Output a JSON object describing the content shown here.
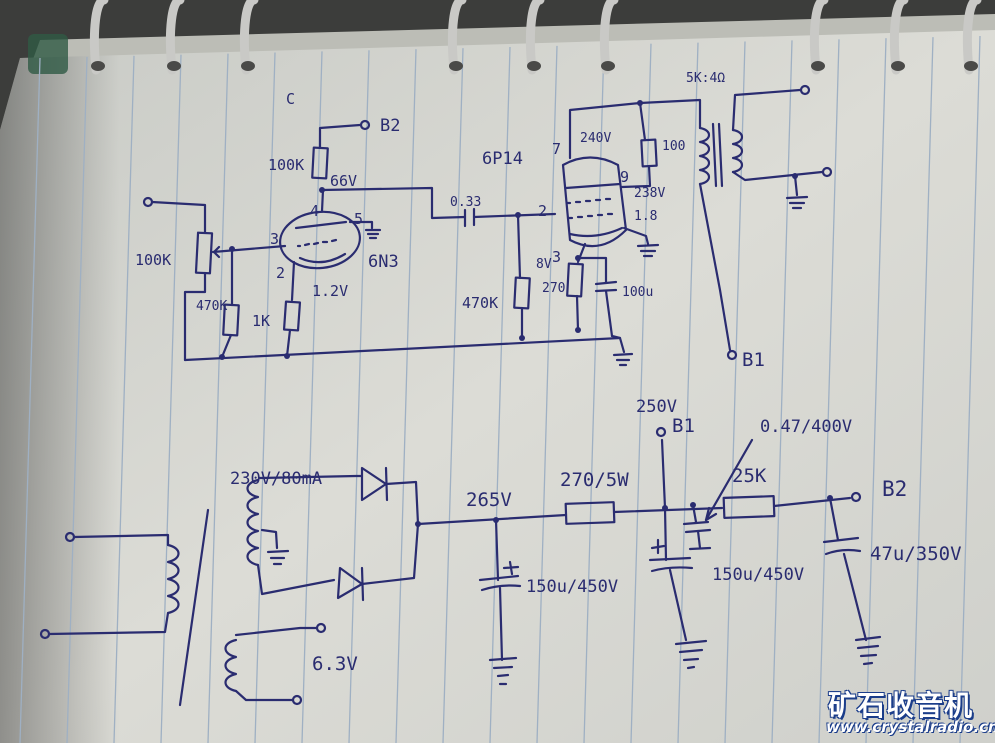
{
  "diagram": {
    "amp_labels": {
      "letter_c": "C",
      "b2_top": "B2",
      "r_plate_6n3": "100K",
      "v_plate_6n3": "66V",
      "pin4": "4",
      "pin5": "5",
      "pin3": "3",
      "pin2_6n3": "2",
      "tube_6n3": "6N3",
      "pot": "100K",
      "r_grid_6n3": "470K",
      "r_cathode_6n3": "1K",
      "v_cathode_6n3": "1.2V",
      "cap_coupling": "0.33",
      "tube_6p14": "6P14",
      "pin7": "7",
      "v_plate_6p14": "240V",
      "pin9": "9",
      "v_screen": "238V",
      "r_screen": "100",
      "pin2_6p14": "2",
      "pin3_6p14": "3",
      "v_1_8": "1.8",
      "r_grid_6p14": "470K",
      "v_cathode_6p14": "8V",
      "r_cathode_6p14": "270",
      "cap_bypass": "100u",
      "ot_label": "5K:4Ω",
      "b1_amp": "B1"
    },
    "psu_labels": {
      "v_250": "250V",
      "b1_psu": "B1",
      "cap_047": "0.47/400V",
      "xfmr_secondary": "230V/80mA",
      "v_265": "265V",
      "r_270": "270/5W",
      "r_25k": "25K",
      "b2_psu": "B2",
      "cap_150_a": "150u/450V",
      "cap_150_b": "150u/450V",
      "cap_47": "47u/350V",
      "heater": "6.3V"
    }
  },
  "watermark": {
    "site_name": "矿石收音机",
    "site_url": "www.crystalradio.cn"
  },
  "colors": {
    "ink": "#2a2c70",
    "paper": "#d7d8d2",
    "rule": "#9fb0c3",
    "watermark_blue": "#1b3d8a"
  }
}
